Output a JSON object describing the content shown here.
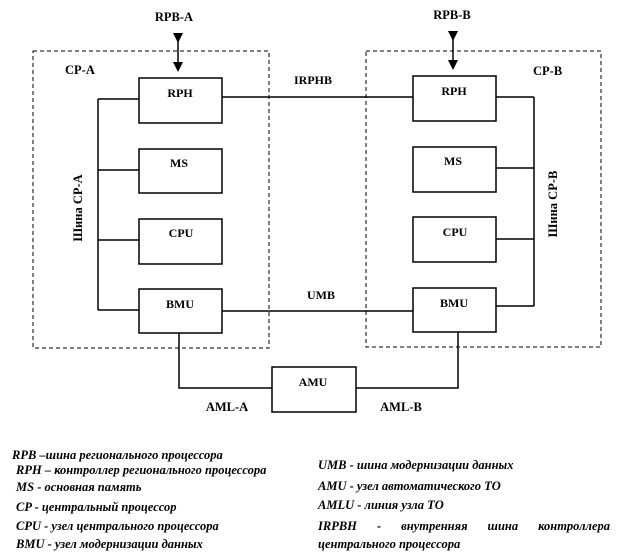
{
  "diagram": {
    "rpb_a": "RPB-A",
    "rpb_b": "RPB-B",
    "cp_a": "CP-A",
    "cp_b": "CP-B",
    "bus_a": "Шина CP-A",
    "bus_b": "Шина CP-B",
    "rph": "RPH",
    "ms": "MS",
    "cpu": "CPU",
    "bmu": "BMU",
    "irphb": "IRPHB",
    "umb": "UMB",
    "amu": "AMU",
    "aml_a": "AML-A",
    "aml_b": "AML-B"
  },
  "legend": {
    "left": [
      "RPB –шина регионального процессора",
      "RPH – контроллер регионального процессора",
      "MS - основная память",
      "CP - центральный процессор",
      "CPU - узел центрального процессора",
      "BMU - узел модернизации данных"
    ],
    "right": [
      "UMB - шина модернизации данных",
      "AMU - узел автоматического ТО",
      "AMLU - линия узла ТО",
      "IRPBH - внутренняя шина контроллера центрального процессора"
    ]
  }
}
